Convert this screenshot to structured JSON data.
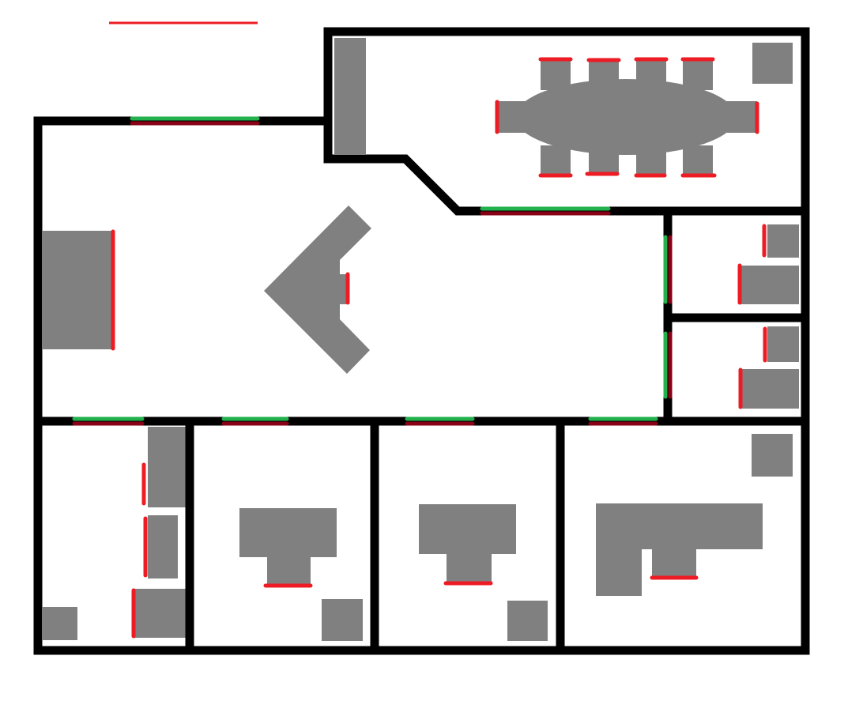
{
  "diagram": {
    "type": "floor-plan",
    "colors": {
      "wall": "#000000",
      "furniture": "#808080",
      "seat_edge": "#ed1c24",
      "door_open": "#22b14c",
      "door_frame": "#880015",
      "background": "#ffffff"
    },
    "legend": {
      "scale_bar": true
    },
    "rooms": [
      {
        "id": "main-office",
        "contents": [
          "l-shaped-desk",
          "wall-desk"
        ]
      },
      {
        "id": "conference-room",
        "contents": [
          "oval-table",
          "chairs-10",
          "cabinet",
          "side-storage"
        ]
      },
      {
        "id": "small-office-1",
        "contents": [
          "desk",
          "cabinet"
        ]
      },
      {
        "id": "small-office-2",
        "contents": [
          "desk",
          "cabinet"
        ]
      },
      {
        "id": "storage-room",
        "contents": [
          "shelves-3",
          "cabinet"
        ]
      },
      {
        "id": "office-a",
        "contents": [
          "t-desk",
          "cabinet"
        ]
      },
      {
        "id": "office-b",
        "contents": [
          "t-desk",
          "cabinet"
        ]
      },
      {
        "id": "office-c",
        "contents": [
          "large-desk",
          "cabinet"
        ]
      }
    ],
    "doors_count": 8,
    "chairs_count": 10
  }
}
